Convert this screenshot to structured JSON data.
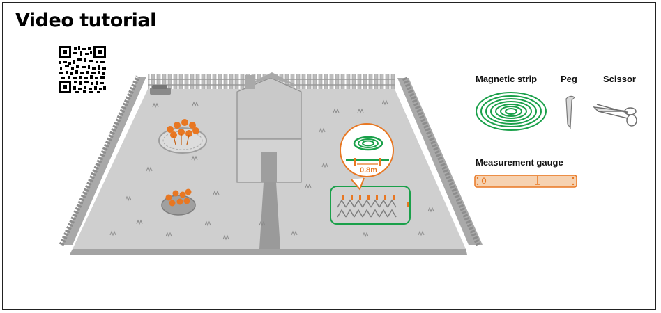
{
  "title": "Video tutorial",
  "qr_code": "qr-code-icon",
  "tools": {
    "magnetic_strip": "Magnetic strip",
    "peg": "Peg",
    "scissor": "Scissor",
    "measurement_gauge": "Measurement gauge"
  },
  "callout": {
    "distance": "0.8m"
  },
  "colors": {
    "accent_orange": "#e87722",
    "strip_green": "#1aa04a",
    "ground_gray": "#cfcfcf",
    "fence_gray": "#b5b5b5"
  }
}
